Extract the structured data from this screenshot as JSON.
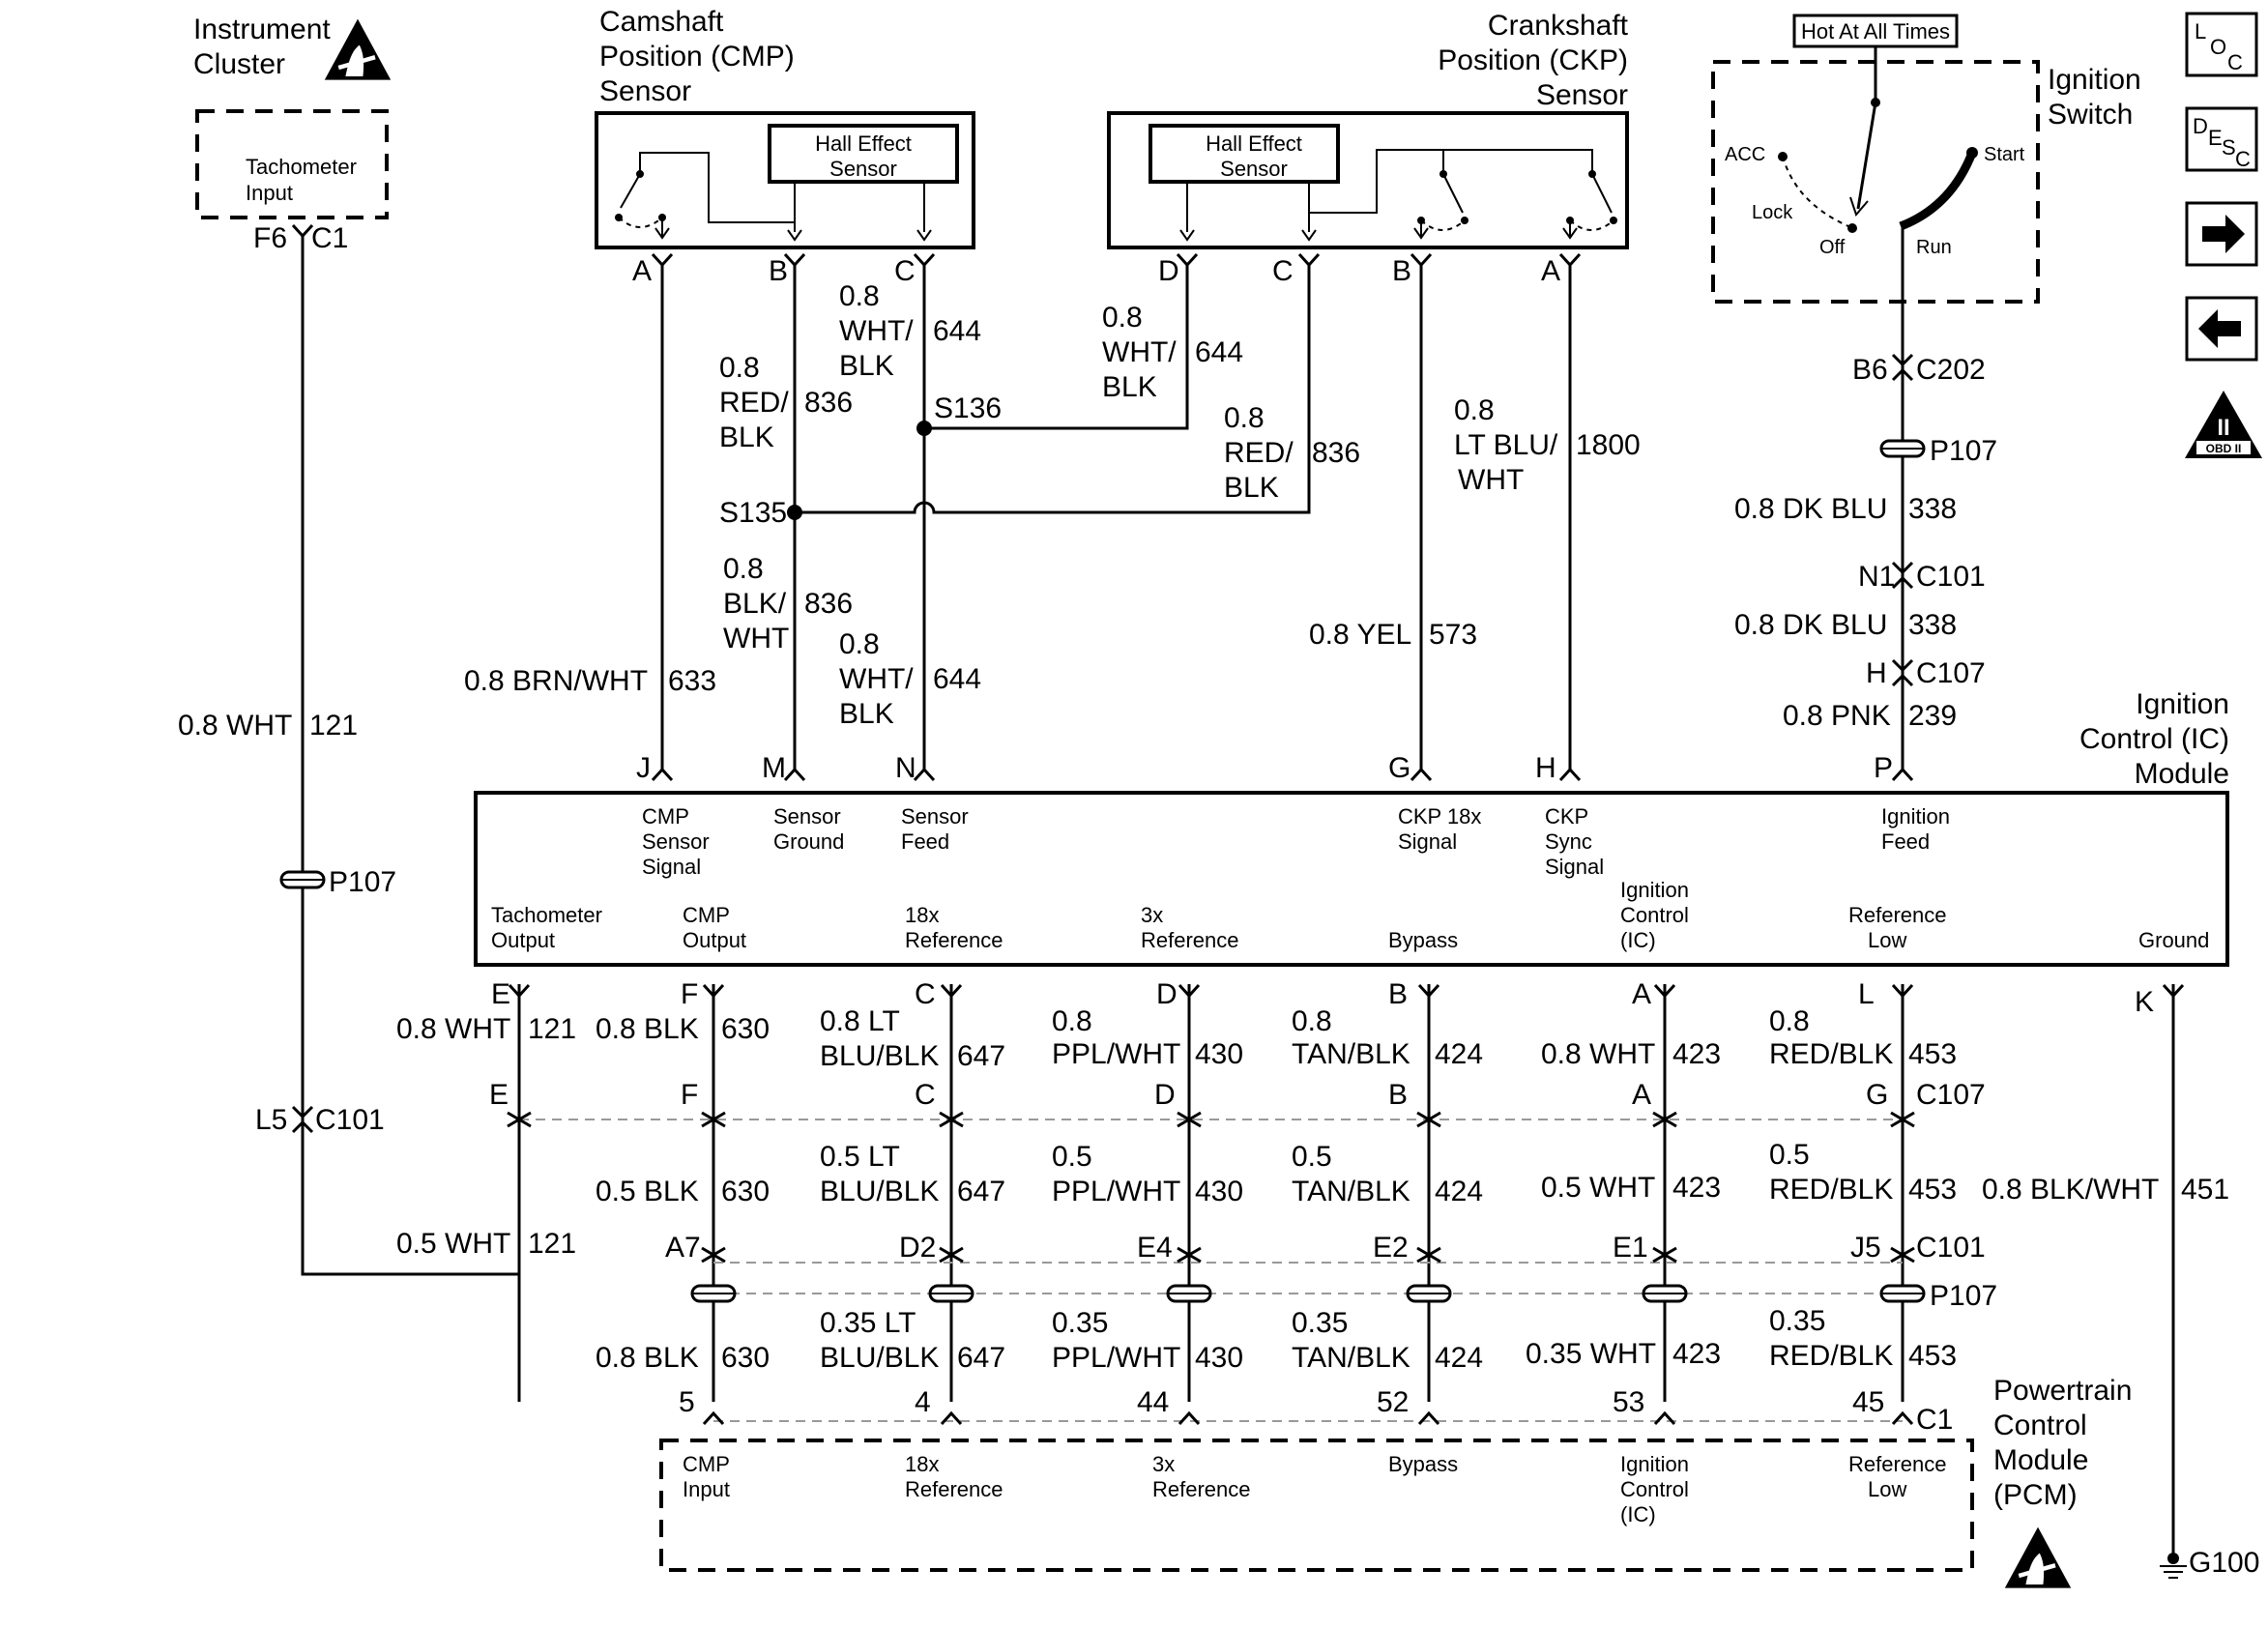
{
  "components": {
    "instrument_cluster": {
      "lines": [
        "Instrument",
        "Cluster"
      ],
      "port": [
        "Tachometer",
        "Input"
      ]
    },
    "cmp_sensor": {
      "lines": [
        "Camshaft",
        "Position (CMP)",
        "Sensor"
      ],
      "hall": [
        "Hall Effect",
        "Sensor"
      ]
    },
    "ckp_sensor": {
      "lines": [
        "Crankshaft",
        "Position (CKP)",
        "Sensor"
      ],
      "hall": [
        "Hall Effect",
        "Sensor"
      ]
    },
    "ignition_switch": {
      "title": [
        "Ignition",
        "Switch"
      ],
      "hot": "Hot At All Times",
      "positions": [
        "ACC",
        "Lock",
        "Off",
        "Run",
        "Start"
      ]
    },
    "ic_module": {
      "lines": [
        "Ignition",
        "Control (IC)",
        "Module"
      ]
    },
    "pcm": {
      "lines": [
        "Powertrain",
        "Control",
        "Module",
        "(PCM)"
      ]
    },
    "ground": "G100"
  },
  "ic_top_labels": [
    [
      "CMP",
      "Sensor",
      "Signal"
    ],
    [
      "Sensor",
      "Ground"
    ],
    [
      "Sensor",
      "Feed"
    ],
    [
      "CKP 18x",
      "Signal"
    ],
    [
      "CKP",
      "Sync",
      "Signal"
    ],
    [
      "Ignition",
      "Feed"
    ]
  ],
  "ic_bottom_labels": [
    [
      "Tachometer",
      "Output"
    ],
    [
      "CMP",
      "Output"
    ],
    [
      "18x",
      "Reference"
    ],
    [
      "3x",
      "Reference"
    ],
    [
      "Bypass"
    ],
    [
      "Ignition",
      "Control",
      "(IC)"
    ],
    [
      "Reference",
      "Low"
    ],
    [
      "Ground"
    ]
  ],
  "pcm_labels": [
    [
      "CMP",
      "Input"
    ],
    [
      "18x",
      "Reference"
    ],
    [
      "3x",
      "Reference"
    ],
    [
      "Bypass"
    ],
    [
      "Ignition",
      "Control",
      "(IC)"
    ],
    [
      "Reference",
      "Low"
    ]
  ],
  "pins": {
    "cluster": [
      "F6",
      "C1"
    ],
    "cmp": [
      "A",
      "B",
      "C"
    ],
    "ckp": [
      "D",
      "C",
      "B",
      "A"
    ],
    "ic_top": [
      "J",
      "M",
      "N",
      "G",
      "H",
      "P"
    ],
    "ic_bottom": [
      "E",
      "F",
      "C",
      "D",
      "B",
      "A",
      "L",
      "K"
    ],
    "c107_row": [
      "E",
      "F",
      "C",
      "D",
      "B",
      "A",
      "G"
    ],
    "c101_row": [
      "A7",
      "D2",
      "E4",
      "E2",
      "E1",
      "J5"
    ],
    "pcm": [
      "5",
      "4",
      "44",
      "52",
      "53",
      "45"
    ],
    "c101_tach": "L5",
    "ign_switch_pins": [
      "B6",
      "N1",
      "H"
    ]
  },
  "connectors": {
    "c1": "C1",
    "c101": "C101",
    "c107": "C107",
    "c202": "C202",
    "p107": "P107",
    "s135": "S135",
    "s136": "S136"
  },
  "wires": {
    "tach_121": [
      "0.8 WHT",
      "121"
    ],
    "cmp_633": [
      "0.8 BRN/WHT",
      "633"
    ],
    "red_836_a": [
      "0.8",
      "RED/",
      "BLK",
      "836"
    ],
    "whtblk_644_a": [
      "0.8",
      "WHT/",
      "BLK",
      "644"
    ],
    "whtblk_644_b": [
      "0.8",
      "WHT/",
      "BLK",
      "644"
    ],
    "red_836_b": [
      "0.8",
      "RED/",
      "BLK",
      "836"
    ],
    "ltblu_1800": [
      "0.8",
      "LT BLU/",
      "WHT",
      "1800"
    ],
    "blkwht_836": [
      "0.8",
      "BLK/",
      "WHT",
      "836"
    ],
    "whtblk_644_c": [
      "0.8",
      "WHT/",
      "BLK",
      "644"
    ],
    "yel_573": [
      "0.8 YEL",
      "573"
    ],
    "dkblu_338_a": [
      "0.8 DK BLU",
      "338"
    ],
    "dkblu_338_b": [
      "0.8 DK BLU",
      "338"
    ],
    "pnk_239": [
      "0.8 PNK",
      "239"
    ],
    "tach_121_b": [
      "0.8 WHT",
      "121"
    ],
    "tach_121_c": [
      "0.5 WHT",
      "121"
    ],
    "blk_630_a": [
      "0.8 BLK",
      "630"
    ],
    "blk_630_b": [
      "0.5 BLK",
      "630"
    ],
    "blk_630_c": [
      "0.8 BLK",
      "630"
    ],
    "w647_a": [
      "0.8 LT",
      "BLU/BLK",
      "647"
    ],
    "w647_b": [
      "0.5 LT",
      "BLU/BLK",
      "647"
    ],
    "w647_c": [
      "0.35 LT",
      "BLU/BLK",
      "647"
    ],
    "w430_a": [
      "0.8",
      "PPL/WHT",
      "430"
    ],
    "w430_b": [
      "0.5",
      "PPL/WHT",
      "430"
    ],
    "w430_c": [
      "0.35",
      "PPL/WHT",
      "430"
    ],
    "w424_a": [
      "0.8",
      "TAN/BLK",
      "424"
    ],
    "w424_b": [
      "0.5",
      "TAN/BLK",
      "424"
    ],
    "w424_c": [
      "0.35",
      "TAN/BLK",
      "424"
    ],
    "w423_a": [
      "0.8 WHT",
      "423"
    ],
    "w423_b": [
      "0.5 WHT",
      "423"
    ],
    "w423_c": [
      "0.35 WHT",
      "423"
    ],
    "w453_a": [
      "0.8",
      "RED/BLK",
      "453"
    ],
    "w453_b": [
      "0.5",
      "RED/BLK",
      "453"
    ],
    "w453_c": [
      "0.35",
      "RED/BLK",
      "453"
    ],
    "blkwht_451": [
      "0.8 BLK/WHT",
      "451"
    ]
  },
  "side_icons": {
    "loc": [
      "L",
      "O",
      "C"
    ],
    "desc": [
      "D",
      "E",
      "S",
      "C"
    ],
    "obd": [
      "II",
      "OBD II"
    ]
  }
}
